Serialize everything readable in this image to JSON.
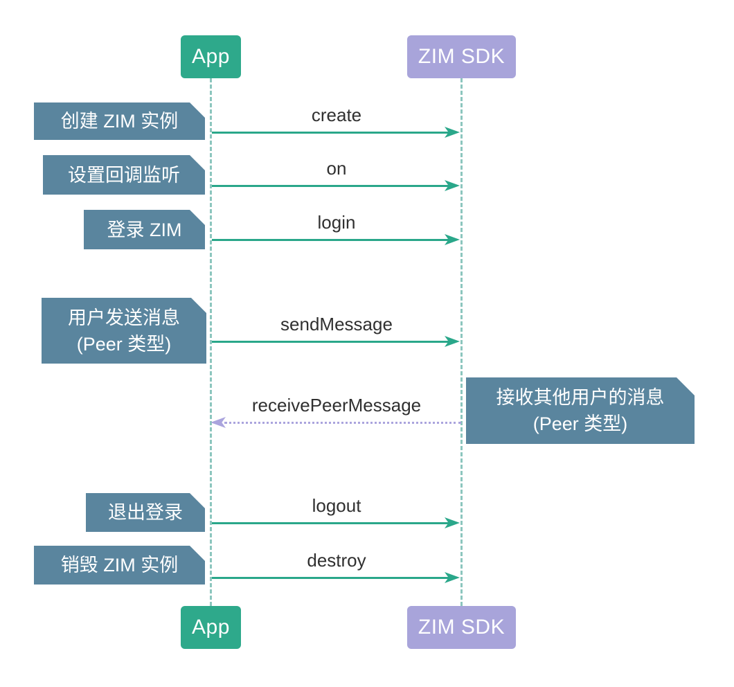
{
  "diagram": {
    "type": "sequence-diagram",
    "actors": {
      "left": {
        "label": "App"
      },
      "right": {
        "label": "ZIM SDK"
      }
    },
    "colors": {
      "actor_app": "#2ea98b",
      "actor_sdk": "#a8a4da",
      "note_box": "#5a859e",
      "arrow_solid": "#2aa78a",
      "arrow_dotted": "#aaa4dd",
      "lifeline": "#8cc6be",
      "message_text": "#303030",
      "note_text": "#ffffff",
      "actor_text": "#ffffff",
      "background": "#ffffff"
    },
    "messages": [
      {
        "label": "create",
        "from": "App",
        "to": "ZIM SDK",
        "line": "solid",
        "note": {
          "side": "left",
          "lines": [
            "创建 ZIM 实例"
          ]
        }
      },
      {
        "label": "on",
        "from": "App",
        "to": "ZIM SDK",
        "line": "solid",
        "note": {
          "side": "left",
          "lines": [
            "设置回调监听"
          ]
        }
      },
      {
        "label": "login",
        "from": "App",
        "to": "ZIM SDK",
        "line": "solid",
        "note": {
          "side": "left",
          "lines": [
            "登录 ZIM"
          ]
        }
      },
      {
        "label": "sendMessage",
        "from": "App",
        "to": "ZIM SDK",
        "line": "solid",
        "note": {
          "side": "left",
          "lines": [
            "用户发送消息",
            "(Peer 类型)"
          ]
        }
      },
      {
        "label": "receivePeerMessage",
        "from": "ZIM SDK",
        "to": "App",
        "line": "dotted",
        "note": {
          "side": "right",
          "lines": [
            "接收其他用户的消息",
            "(Peer 类型)"
          ]
        }
      },
      {
        "label": "logout",
        "from": "App",
        "to": "ZIM SDK",
        "line": "solid",
        "note": {
          "side": "left",
          "lines": [
            "退出登录"
          ]
        }
      },
      {
        "label": "destroy",
        "from": "App",
        "to": "ZIM SDK",
        "line": "solid",
        "note": {
          "side": "left",
          "lines": [
            "销毁 ZIM 实例"
          ]
        }
      }
    ]
  }
}
